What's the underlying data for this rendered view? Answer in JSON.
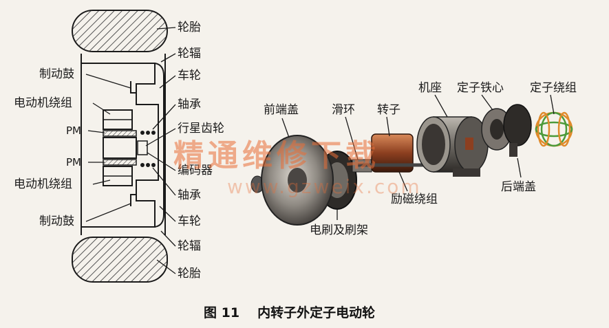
{
  "left_labels": {
    "tire_top": "轮胎",
    "spoke_top": "轮辐",
    "brake_drum_top": "制动鼓",
    "wheel_top": "车轮",
    "motor_winding_top": "电动机绕组",
    "bearing_top": "轴承",
    "pm_top": "PM",
    "planetary_gear": "行星齿轮",
    "pm_bottom": "PM",
    "encoder": "编码器",
    "motor_winding_bottom": "电动机绕组",
    "bearing_bottom": "轴承",
    "brake_drum_bottom": "制动鼓",
    "wheel_bottom": "车轮",
    "spoke_bottom": "轮辐",
    "tire_bottom": "轮胎"
  },
  "right_labels": {
    "front_cover": "前端盖",
    "slip_ring": "滑环",
    "rotor": "转子",
    "frame": "机座",
    "stator_core": "定子铁心",
    "stator_winding": "定子绕组",
    "rear_cover": "后端盖",
    "excitation_winding": "励磁绕组",
    "brush_holder": "电刷及刷架"
  },
  "watermark": {
    "text": "精通维修下载",
    "url": "www.gzweix.com"
  },
  "caption": {
    "figure_no": "图 11",
    "title": "内转子外定子电动轮"
  },
  "colors": {
    "line": "#1a1a1a",
    "hatch": "#555555",
    "metal_dark": "#3a3a3a",
    "metal_mid": "#8a8580",
    "metal_light": "#c9c4bc",
    "copper": "#c0683a",
    "winding_green": "#4c9a3a",
    "winding_orange": "#e08a2a"
  }
}
